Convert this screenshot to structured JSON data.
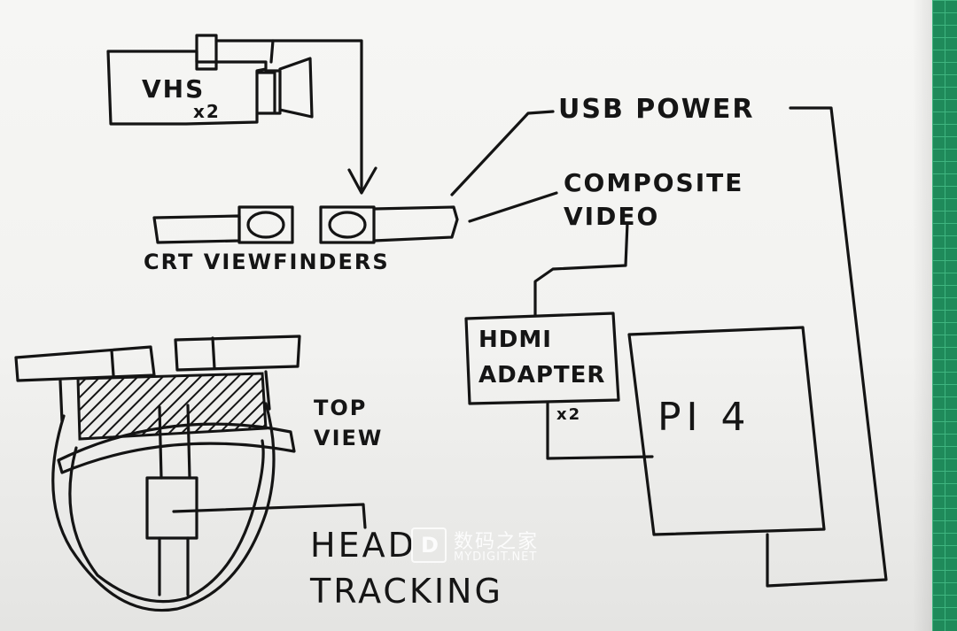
{
  "labels": {
    "vhs": "VHS",
    "vhs_count": "x2",
    "usb_power": "USB POWER",
    "composite_video": "COMPOSITE VIDEO",
    "crt_viewfinders": "CRT VIEWFINDERS",
    "hdmi_adapter": "HDMI ADAPTER",
    "hdmi_count": "x2",
    "pi4": "PI 4",
    "top_view": "TOP VIEW",
    "head_tracking": "HEAD TRACKING"
  },
  "watermark": {
    "logo": "D",
    "name": "数码之家",
    "site": "MYDIGIT.NET"
  },
  "colors": {
    "ink": "#141414",
    "paper": "#f4f4f2",
    "mat": "#1f8a5a"
  }
}
